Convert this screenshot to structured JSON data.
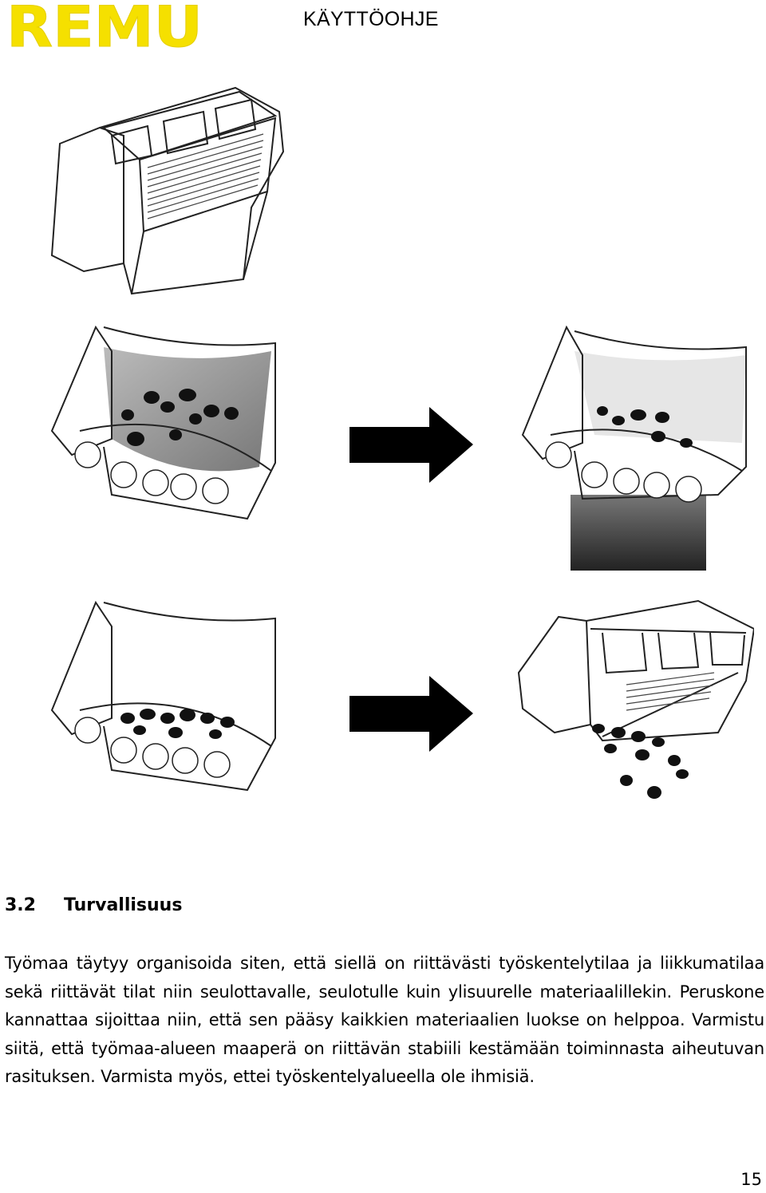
{
  "header": {
    "logo_text": "REMU",
    "title": "KÄYTTÖOHJE",
    "logo_color": "#f5e000"
  },
  "figures": {
    "top_unit": {
      "icon": "screening-bucket-icon"
    },
    "row1": {
      "left": "bucket-loaded-icon",
      "arrow": "arrow-right-icon",
      "right": "bucket-screening-icon"
    },
    "row2": {
      "left": "bucket-oversize-icon",
      "arrow": "arrow-right-icon",
      "right": "bucket-emptying-icon"
    }
  },
  "section": {
    "number": "3.2",
    "title": "Turvallisuus",
    "paragraph": "Työmaa täytyy organisoida siten, että siellä on riittävästi työskentelytilaa ja liikkumatilaa sekä riittävät tilat niin seulottavalle, seulotulle kuin ylisuurelle materiaalillekin. Peruskone kannattaa sijoittaa niin, että sen pääsy kaikkien materiaalien luokse on helppoa. Varmistu siitä, että työmaa-alueen maaperä on riittävän stabiili kestämään toiminnasta aiheutuvan rasituksen. Varmista myös, ettei työskentelyalueella ole ihmisiä."
  },
  "footer": {
    "page_number": "15"
  }
}
